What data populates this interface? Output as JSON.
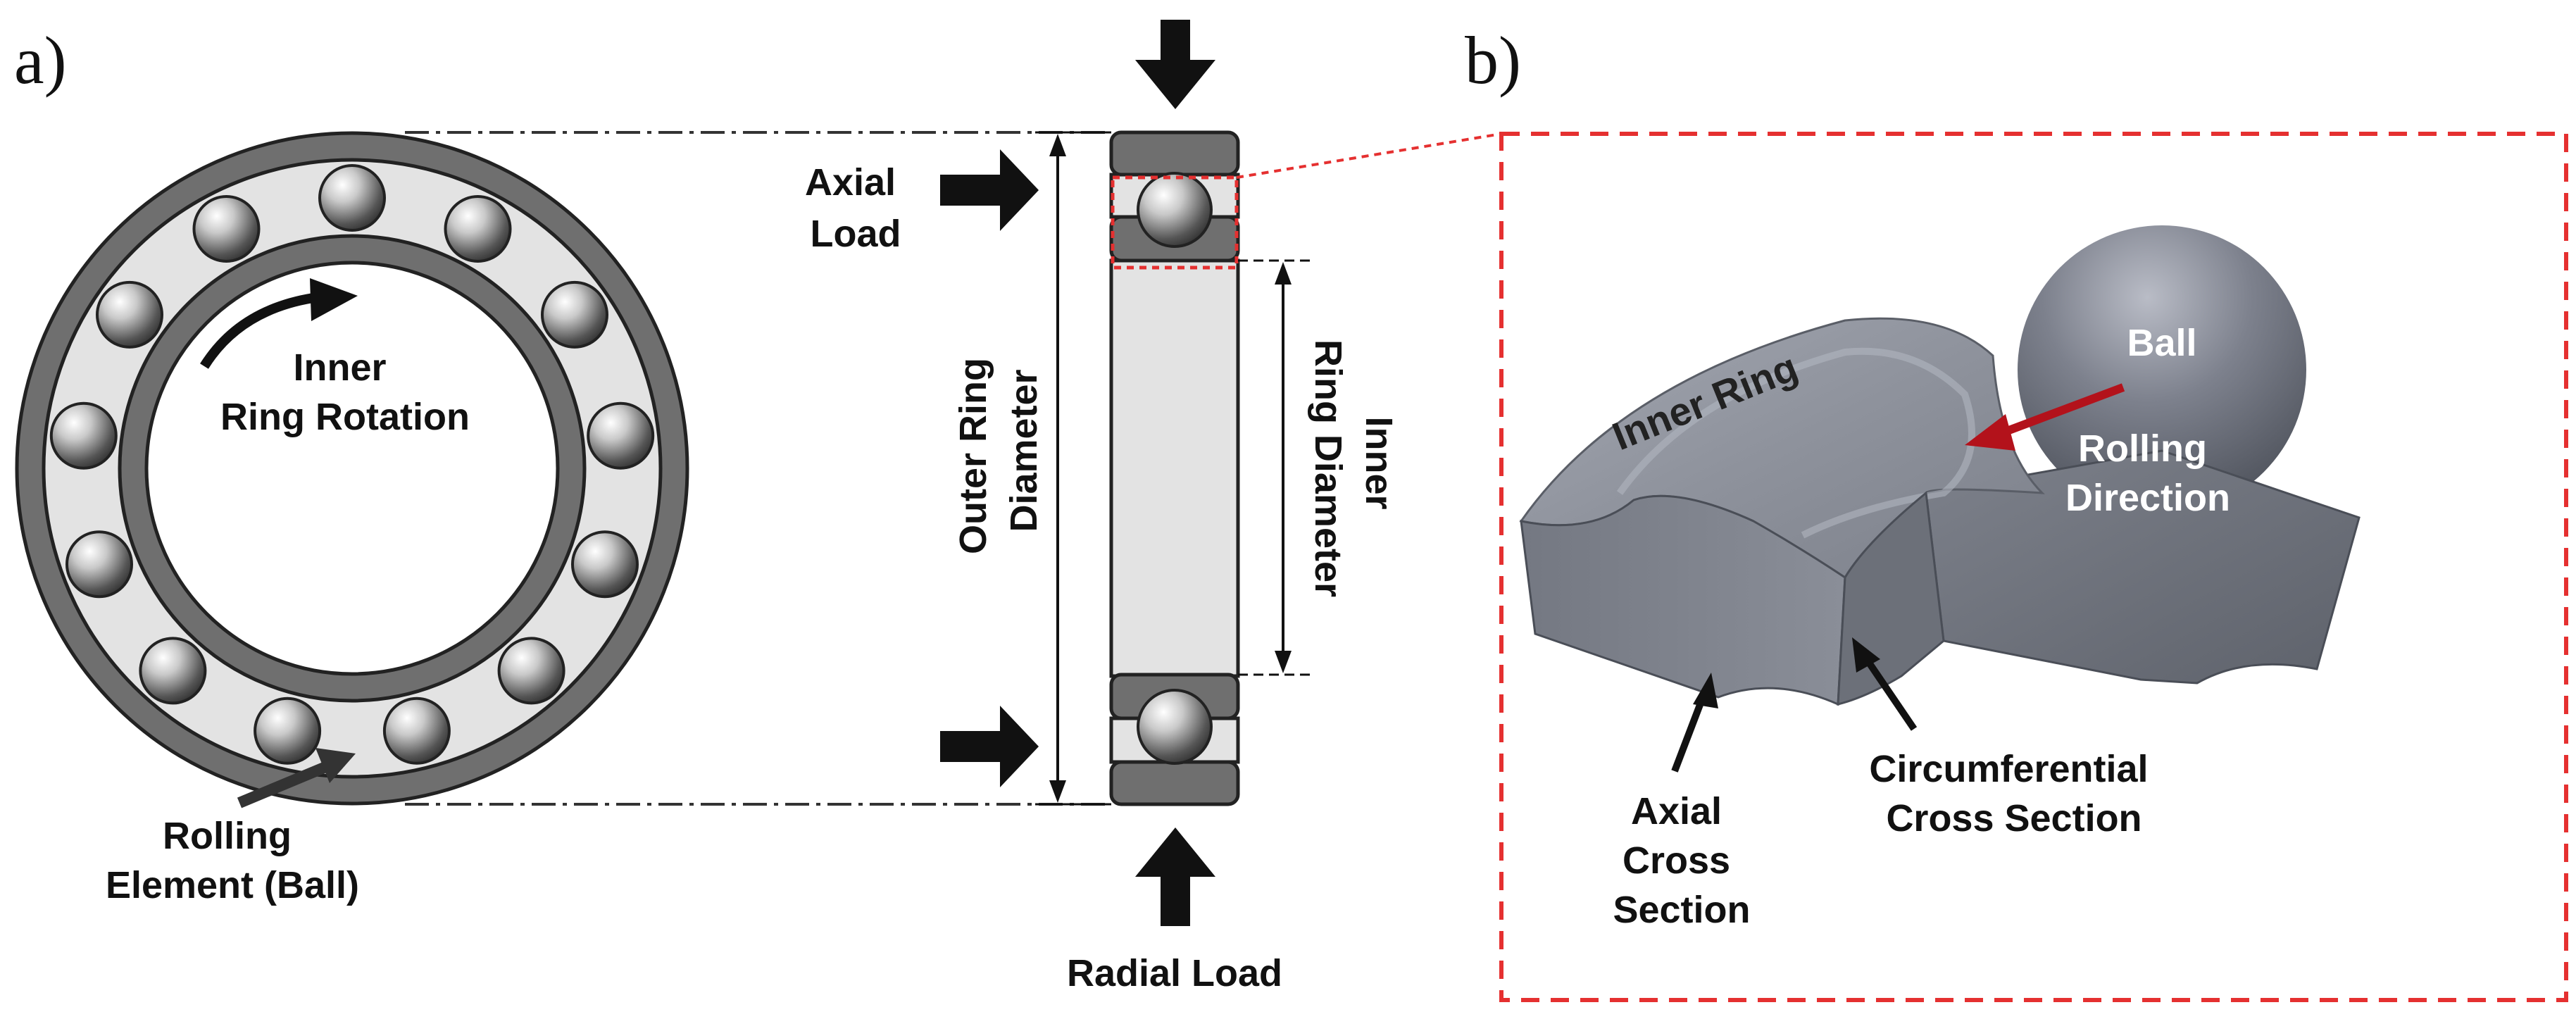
{
  "panels": {
    "a": "a)",
    "b": "b)"
  },
  "labels": {
    "inner_ring_rotation": [
      "Inner",
      "Ring Rotation"
    ],
    "rolling_element": [
      "Rolling",
      "Element (Ball)"
    ],
    "axial_load": [
      "Axial",
      "Load"
    ],
    "outer_ring_diameter": [
      "Outer Ring",
      "Diameter"
    ],
    "inner_ring_diameter": [
      "Inner",
      "Ring Diameter"
    ],
    "radial_load": "Radial Load",
    "inner_ring": "Inner Ring",
    "ball": "Ball",
    "rolling_direction": [
      "Rolling",
      "Direction"
    ],
    "axial_cross_section": [
      "Axial",
      "Cross",
      "Section"
    ],
    "circumferential_cross_section": [
      "Circumferential",
      "Cross Section"
    ]
  },
  "colors": {
    "ring_fill": "#6f6f6f",
    "raceway_fill": "#e3e3e3",
    "zoom_box": "#e53030",
    "rolling_arrow": "#b3121b",
    "part_gray": "#8b8f9a"
  },
  "counts": {
    "balls": 13
  }
}
